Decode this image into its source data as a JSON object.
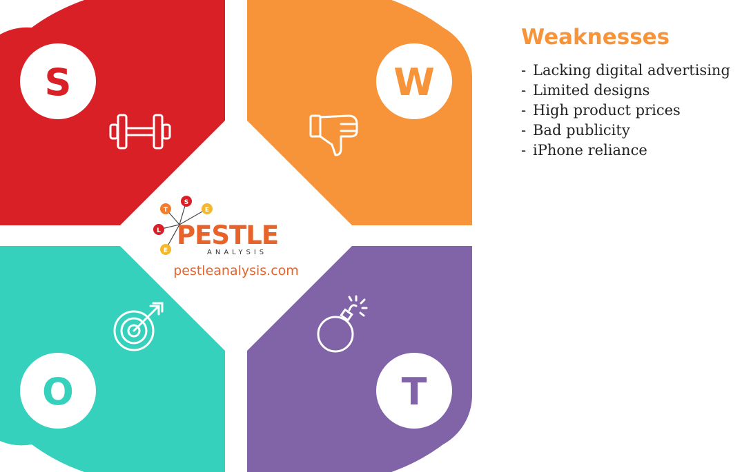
{
  "quadrants": [
    {
      "key": "s",
      "letter": "S",
      "color": "#d92027",
      "icon": "dumbbell-icon"
    },
    {
      "key": "w",
      "letter": "W",
      "color": "#f7943a",
      "icon": "thumbs-down-icon"
    },
    {
      "key": "o",
      "letter": "O",
      "color": "#36d1bd",
      "icon": "target-icon"
    },
    {
      "key": "t",
      "letter": "T",
      "color": "#8064a7",
      "icon": "bomb-icon"
    }
  ],
  "logo": {
    "wordmark": "PESTLE",
    "subtitle": "ANALYSIS",
    "nodes": [
      "T",
      "S",
      "E",
      "L",
      "E"
    ],
    "website": "pestleanalysis.com"
  },
  "panel": {
    "title": "Weaknesses",
    "items": [
      "Lacking digital advertising",
      "Limited designs",
      "High product prices",
      "Bad publicity",
      "iPhone reliance"
    ]
  }
}
